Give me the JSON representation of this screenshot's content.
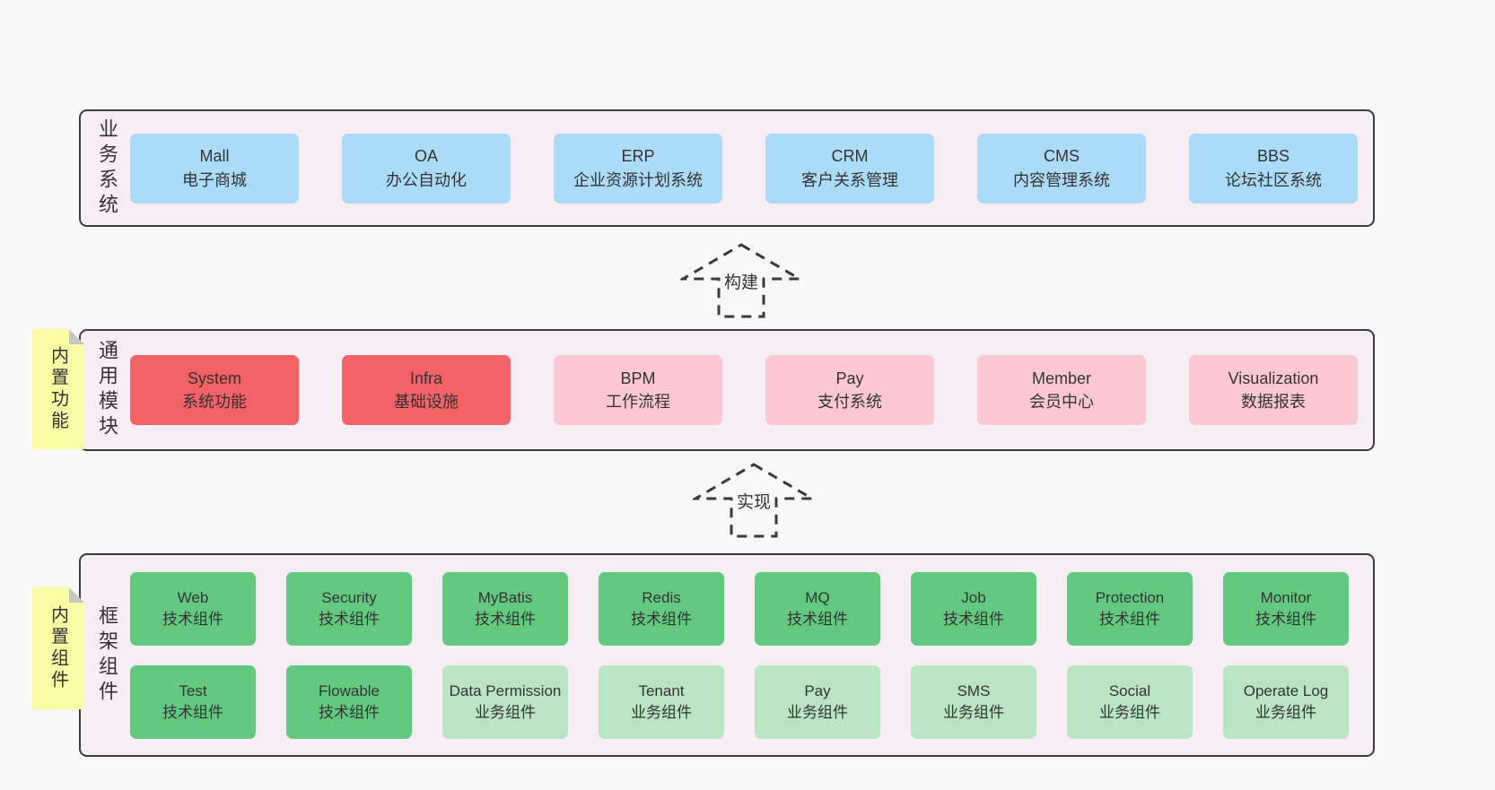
{
  "palette": {
    "page_bg": "#f8f8f8",
    "band_bg": "#f7edf5",
    "band_border": "#3c3c3c",
    "box_blue": "#abdbf8",
    "box_red": "#f26266",
    "box_pink": "#fbc8d2",
    "box_green": "#62c97e",
    "box_light_green": "#b9e5c2",
    "sticky_yellow": "#fafba4",
    "text": "#333333"
  },
  "arrows": [
    {
      "label": "构建"
    },
    {
      "label": "实现"
    }
  ],
  "bands": [
    {
      "label": "业务系统",
      "sticky": "",
      "rows": [
        [
          {
            "name": "Mall",
            "desc": "电子商城"
          },
          {
            "name": "OA",
            "desc": "办公自动化"
          },
          {
            "name": "ERP",
            "desc": "企业资源计划系统"
          },
          {
            "name": "CRM",
            "desc": "客户关系管理"
          },
          {
            "name": "CMS",
            "desc": "内容管理系统"
          },
          {
            "name": "BBS",
            "desc": "论坛社区系统"
          }
        ]
      ]
    },
    {
      "label": "通用模块",
      "sticky": "内置功能",
      "rows": [
        [
          {
            "name": "System",
            "desc": "系统功能"
          },
          {
            "name": "Infra",
            "desc": "基础设施"
          },
          {
            "name": "BPM",
            "desc": "工作流程"
          },
          {
            "name": "Pay",
            "desc": "支付系统"
          },
          {
            "name": "Member",
            "desc": "会员中心"
          },
          {
            "name": "Visualization",
            "desc": "数据报表"
          }
        ]
      ]
    },
    {
      "label": "框架组件",
      "sticky": "内置组件",
      "rows": [
        [
          {
            "name": "Web",
            "desc": "技术组件"
          },
          {
            "name": "Security",
            "desc": "技术组件"
          },
          {
            "name": "MyBatis",
            "desc": "技术组件"
          },
          {
            "name": "Redis",
            "desc": "技术组件"
          },
          {
            "name": "MQ",
            "desc": "技术组件"
          },
          {
            "name": "Job",
            "desc": "技术组件"
          },
          {
            "name": "Protection",
            "desc": "技术组件"
          },
          {
            "name": "Monitor",
            "desc": "技术组件"
          }
        ],
        [
          {
            "name": "Test",
            "desc": "技术组件"
          },
          {
            "name": "Flowable",
            "desc": "技术组件"
          },
          {
            "name": "Data Permission",
            "desc": "业务组件"
          },
          {
            "name": "Tenant",
            "desc": "业务组件"
          },
          {
            "name": "Pay",
            "desc": "业务组件"
          },
          {
            "name": "SMS",
            "desc": "业务组件"
          },
          {
            "name": "Social",
            "desc": "业务组件"
          },
          {
            "name": "Operate Log",
            "desc": "业务组件"
          }
        ]
      ]
    }
  ]
}
